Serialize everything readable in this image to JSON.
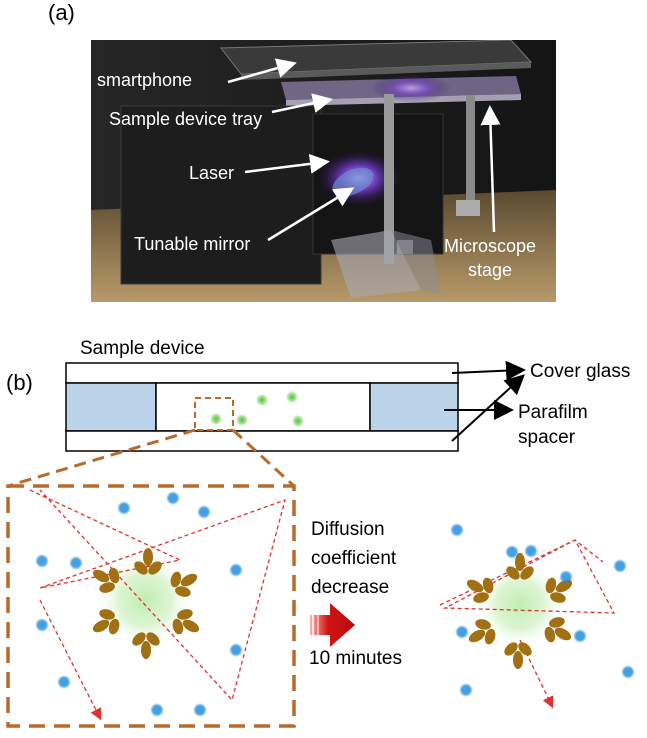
{
  "panel_a": {
    "label": "(a)",
    "annotations": {
      "smartphone": "smartphone",
      "tray": "Sample device tray",
      "laser": "Laser",
      "mirror": "Tunable mirror",
      "stage_line1": "Microscope",
      "stage_line2": "stage"
    }
  },
  "panel_b": {
    "label": "(b)",
    "sample_device_title": "Sample device",
    "cover_glass": "Cover glass",
    "parafilm_line1": "Parafilm",
    "parafilm_line2": "spacer",
    "arrow_text_line1": "Diffusion",
    "arrow_text_line2": "coefficient",
    "arrow_text_line3": "decrease",
    "arrow_time": "10 minutes"
  },
  "colors": {
    "spacer_fill": "#bcd4ea",
    "zoom_box": "#b86a2a",
    "particle_blue": "#1f8ad6",
    "particle_green": "#6fcf4f",
    "antibody": "#a07012",
    "arrow_red": "#cc1111",
    "trajectory": "#e03030"
  }
}
